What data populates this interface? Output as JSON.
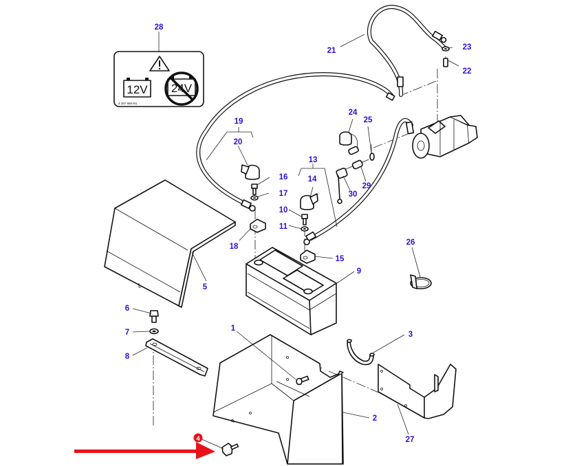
{
  "diagram": {
    "title": "Battery installation exploded parts diagram",
    "callout_color": "#2a10d8",
    "highlight_color": "#e8121b",
    "callouts": [
      {
        "id": "1",
        "part": "screw"
      },
      {
        "id": "2",
        "part": "battery-tray"
      },
      {
        "id": "3",
        "part": "hold-down-hook"
      },
      {
        "id": "4",
        "part": "wing-nut"
      },
      {
        "id": "5",
        "part": "battery-cover"
      },
      {
        "id": "6",
        "part": "bolt"
      },
      {
        "id": "7",
        "part": "washer"
      },
      {
        "id": "8",
        "part": "clamp-bar"
      },
      {
        "id": "9",
        "part": "battery"
      },
      {
        "id": "10",
        "part": "bolt"
      },
      {
        "id": "11",
        "part": "washer"
      },
      {
        "id": "13",
        "part": "positive-cable-assembly"
      },
      {
        "id": "14",
        "part": "terminal-cap"
      },
      {
        "id": "15",
        "part": "terminal-clamp"
      },
      {
        "id": "16",
        "part": "bolt"
      },
      {
        "id": "17",
        "part": "washer"
      },
      {
        "id": "18",
        "part": "terminal-clamp"
      },
      {
        "id": "19",
        "part": "negative-cable-assembly"
      },
      {
        "id": "20",
        "part": "terminal-cap"
      },
      {
        "id": "21",
        "part": "earth-cable"
      },
      {
        "id": "22",
        "part": "bolt"
      },
      {
        "id": "23",
        "part": "washer"
      },
      {
        "id": "24",
        "part": "cap"
      },
      {
        "id": "25",
        "part": "washer"
      },
      {
        "id": "26",
        "part": "hose-clip"
      },
      {
        "id": "27",
        "part": "bracket"
      },
      {
        "id": "28",
        "part": "warning-decal"
      },
      {
        "id": "29",
        "part": "nut"
      },
      {
        "id": "30",
        "part": "cap"
      }
    ],
    "highlighted_part": "4",
    "decal": {
      "voltage_ok": "12V",
      "voltage_prohibited": "24V",
      "code": "4 287 968 M1"
    }
  }
}
